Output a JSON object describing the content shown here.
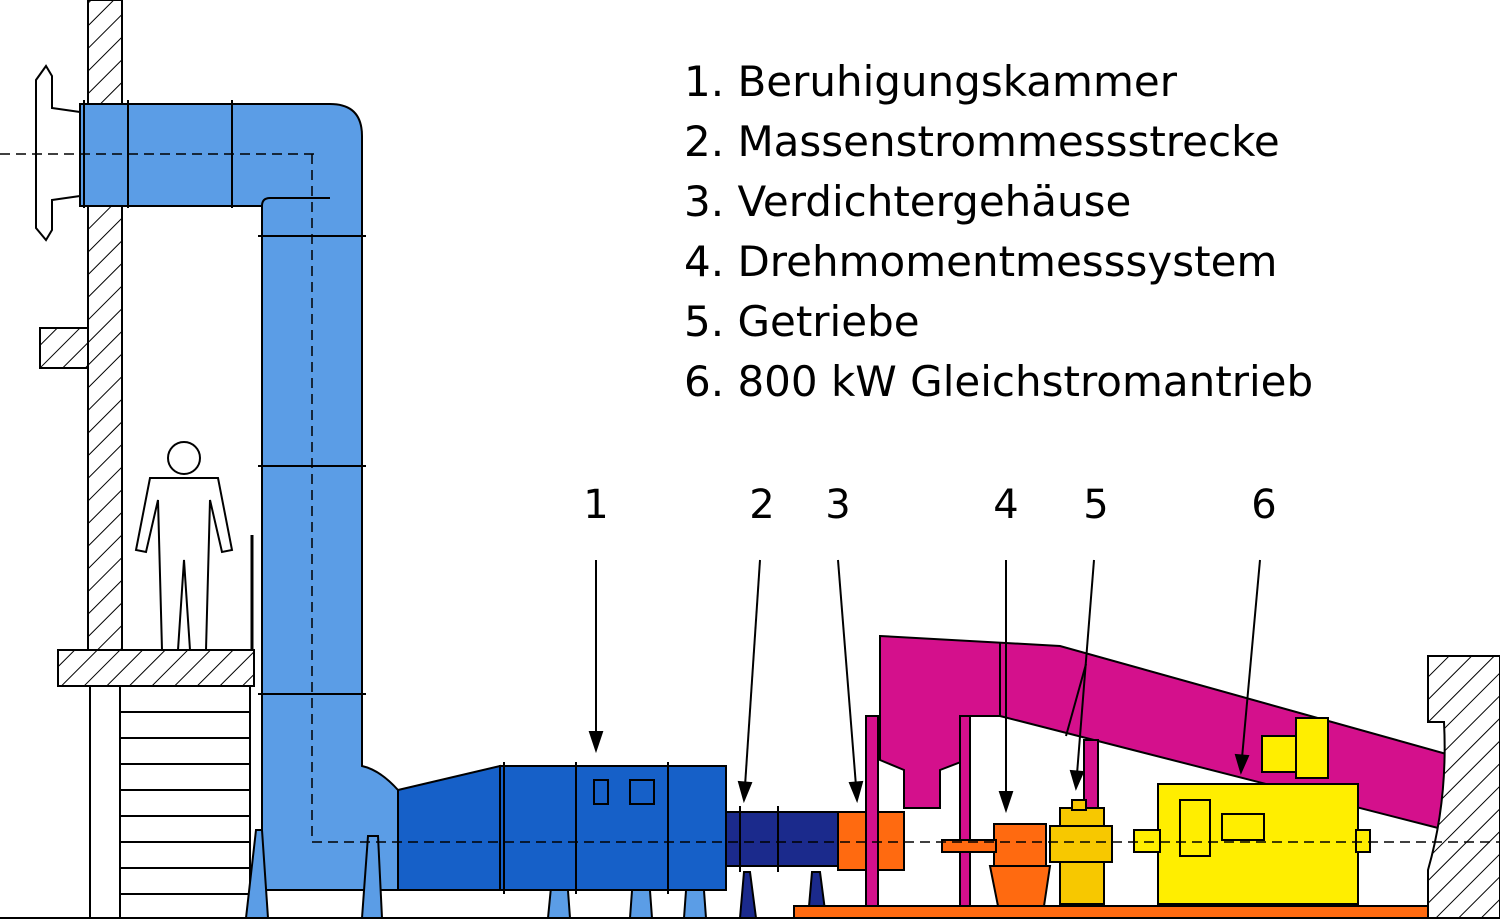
{
  "legend": [
    {
      "num": "1.",
      "label": "Beruhigungskammer"
    },
    {
      "num": "2.",
      "label": "Massenstrommessstrecke"
    },
    {
      "num": "3.",
      "label": "Verdichtergehäuse"
    },
    {
      "num": "4.",
      "label": "Drehmomentmesssystem"
    },
    {
      "num": "5.",
      "label": "Getriebe"
    },
    {
      "num": "6.",
      "label": "800 kW Gleichstromantrieb"
    }
  ],
  "callouts": [
    "1",
    "2",
    "3",
    "4",
    "5",
    "6"
  ],
  "colors": {
    "intake_duct": "#5b9de6",
    "settling_chamber": "#1660c8",
    "mass_flow_section": "#1b2a8c",
    "compressor_casing": "#ff6a10",
    "outlet_duct": "#d4108c",
    "torque_system": "#ff6a10",
    "gearbox": "#f7c800",
    "dc_drive": "#ffee00",
    "base_frame": "#ff6a10"
  }
}
